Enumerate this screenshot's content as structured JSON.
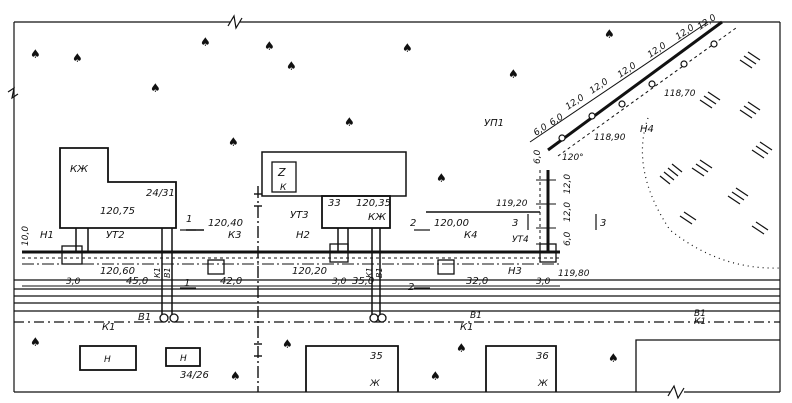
{
  "drawing": {
    "type": "site plan — utility network layout",
    "ink_color": "#111111",
    "paper_color": "#ffffff"
  },
  "buildings": [
    {
      "id": "kzh-mark",
      "text": "КЖ"
    },
    {
      "id": "b24",
      "text": "24/31"
    },
    {
      "id": "b24-elev",
      "text": "120,75"
    },
    {
      "id": "zk-z",
      "text": "Z"
    },
    {
      "id": "zk-k",
      "text": "К"
    },
    {
      "id": "b33",
      "text": "33"
    },
    {
      "id": "b33-elev",
      "text": "120,35"
    },
    {
      "id": "b33-kzh",
      "text": "КЖ"
    },
    {
      "id": "n1",
      "text": "Н"
    },
    {
      "id": "n2",
      "text": "Н"
    },
    {
      "id": "b34",
      "text": "34/26"
    },
    {
      "id": "b35",
      "text": "35"
    },
    {
      "id": "b35-zh",
      "text": "Ж"
    },
    {
      "id": "b36",
      "text": "36"
    },
    {
      "id": "b36-zh",
      "text": "Ж"
    }
  ],
  "nodes": [
    {
      "id": "n1",
      "text": "Н1"
    },
    {
      "id": "ut2",
      "text": "УТ2"
    },
    {
      "id": "k3",
      "text": "К3"
    },
    {
      "id": "ut3",
      "text": "УТ3"
    },
    {
      "id": "n2",
      "text": "Н2"
    },
    {
      "id": "k4",
      "text": "К4"
    },
    {
      "id": "ut4",
      "text": "УТ4"
    },
    {
      "id": "n3",
      "text": "Н3"
    },
    {
      "id": "up1",
      "text": "УП1"
    },
    {
      "id": "n4",
      "text": "Н4"
    }
  ],
  "elevations": [
    {
      "id": "e1",
      "text": "120,60"
    },
    {
      "id": "e2",
      "text": "120,40"
    },
    {
      "id": "e3",
      "text": "120,20"
    },
    {
      "id": "e4",
      "text": "120,00"
    },
    {
      "id": "e5",
      "text": "119,20"
    },
    {
      "id": "e6",
      "text": "119,80"
    },
    {
      "id": "e7",
      "text": "118,90"
    },
    {
      "id": "e8",
      "text": "118,70"
    }
  ],
  "dimensions": [
    {
      "id": "d10",
      "text": "10,0"
    },
    {
      "id": "d3a",
      "text": "3,0"
    },
    {
      "id": "d45",
      "text": "45,0"
    },
    {
      "id": "d42",
      "text": "42,0"
    },
    {
      "id": "d3b",
      "text": "3,0"
    },
    {
      "id": "d35",
      "text": "35,0"
    },
    {
      "id": "d32",
      "text": "32,0"
    },
    {
      "id": "d3c",
      "text": "3,0"
    },
    {
      "id": "v6a",
      "text": "6,0"
    },
    {
      "id": "v12a",
      "text": "12,0"
    },
    {
      "id": "v12b",
      "text": "12,0"
    },
    {
      "id": "v6b",
      "text": "6,0"
    },
    {
      "id": "s6a",
      "text": "6,0"
    },
    {
      "id": "s6b",
      "text": "6,0"
    },
    {
      "id": "s12a",
      "text": "12,0"
    },
    {
      "id": "s12b",
      "text": "12,0"
    },
    {
      "id": "s12c",
      "text": "12,0"
    },
    {
      "id": "s12d",
      "text": "12,0"
    },
    {
      "id": "s12e",
      "text": "12,0"
    },
    {
      "id": "s12f",
      "text": "12,0"
    },
    {
      "id": "ang",
      "text": "120°"
    }
  ],
  "sections": [
    {
      "id": "s1a",
      "text": "1"
    },
    {
      "id": "s1b",
      "text": "1"
    },
    {
      "id": "s2a",
      "text": "2"
    },
    {
      "id": "s2b",
      "text": "2"
    },
    {
      "id": "s3a",
      "text": "3"
    },
    {
      "id": "s3b",
      "text": "3"
    }
  ],
  "network_labels": [
    {
      "id": "k1a",
      "text": "К1"
    },
    {
      "id": "v1a",
      "text": "В1"
    },
    {
      "id": "k1b",
      "text": "К1"
    },
    {
      "id": "v1b",
      "text": "В1"
    },
    {
      "id": "k1c",
      "text": "К1"
    },
    {
      "id": "v1c",
      "text": "В1"
    },
    {
      "id": "vk1",
      "text": "К1"
    },
    {
      "id": "vb1",
      "text": "В1"
    },
    {
      "id": "vk2",
      "text": "К1"
    },
    {
      "id": "vb2",
      "text": "В1"
    }
  ]
}
